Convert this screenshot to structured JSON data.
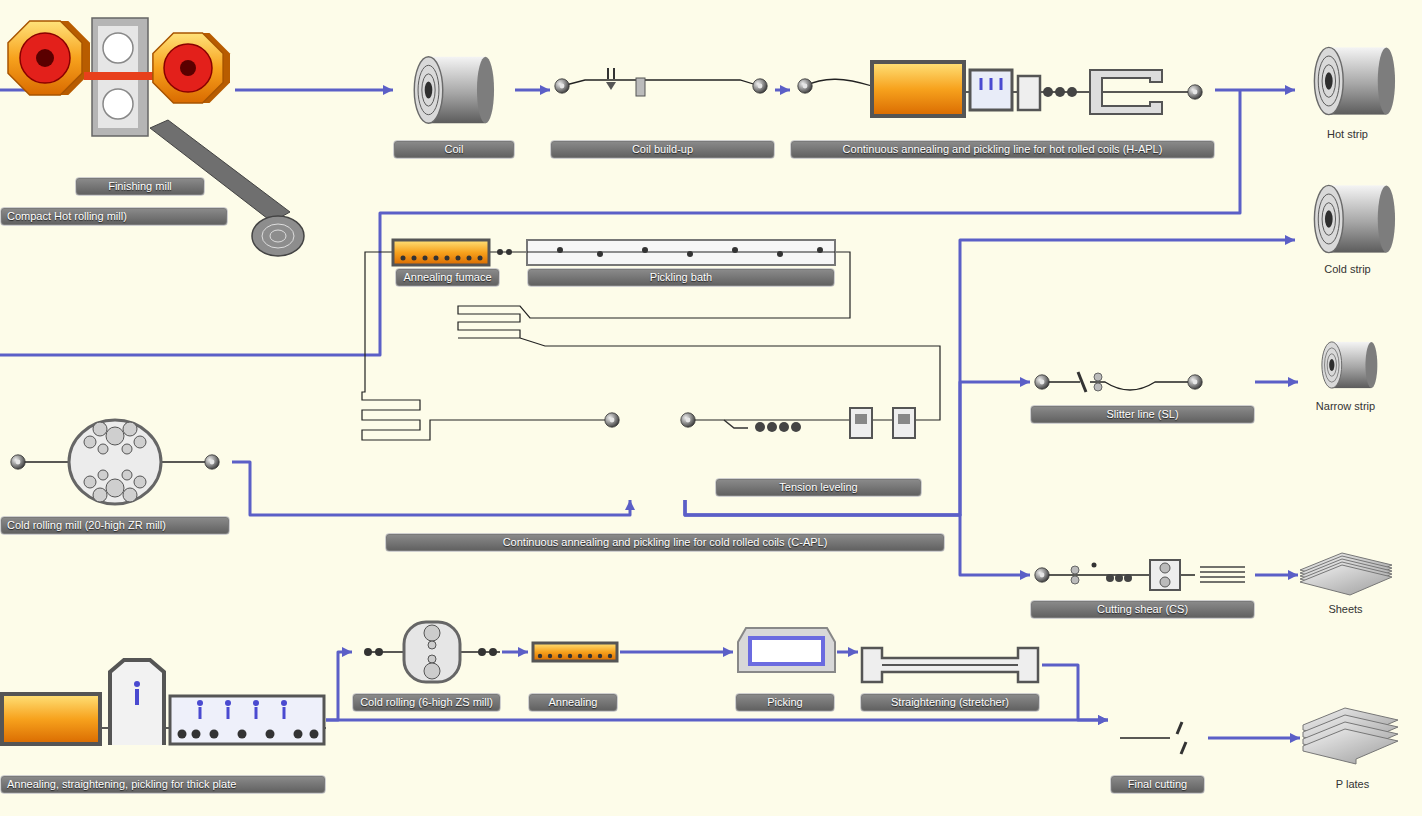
{
  "diagram": {
    "nodes": [
      {
        "text": [
          "Finishing mill"
        ]
      },
      {
        "text": [
          "Compact Hot rolling mill)"
        ]
      },
      {
        "text": [
          "Coil"
        ]
      },
      {
        "text": [
          "Coil build-up"
        ]
      },
      {
        "text": [
          "Continuous annealing and pickling line for hot rolled coils (H-APL)"
        ]
      },
      {
        "text": [
          "Hot strip"
        ]
      },
      {
        "text": [
          "Continuous annealing and pickling line for cold rolled coils (C-APL)"
        ]
      },
      {
        "text": [
          "Annealing fumace"
        ],
        "in": 6
      },
      {
        "text": [
          "Pickling bath"
        ],
        "in": 6
      },
      {
        "text": [
          "Cold strip"
        ]
      },
      {
        "text": [
          "Tension leveling"
        ],
        "in": 6
      },
      {
        "text": [
          "Slitter line (SL)"
        ]
      },
      {
        "text": [
          "Narrow strip"
        ]
      },
      {
        "text": [
          "Cold rolling mill (20-high ZR mill)"
        ]
      },
      {
        "text": [
          "Cutting shear (CS)"
        ]
      },
      {
        "text": [
          "Sheets"
        ]
      },
      {
        "text": [
          "Cold rolling (6-high ZS mill)"
        ]
      },
      {
        "text": [
          "Annealing"
        ]
      },
      {
        "text": [
          "Picking"
        ]
      },
      {
        "text": [
          "Straightening (stretcher)"
        ]
      },
      {
        "text": [
          "Annealing, straightening, pickling for thick plate"
        ]
      },
      {
        "text": [
          "Final cutting"
        ]
      },
      {
        "text": [
          "P lates"
        ]
      }
    ],
    "edges": [
      {
        "from": 0,
        "to": 2,
        "arrow": "to"
      },
      {
        "from": 2,
        "to": 3,
        "arrow": "to"
      },
      {
        "from": 3,
        "to": 4,
        "arrow": "to"
      },
      {
        "from": 4,
        "to": 5,
        "arrow": "to"
      },
      {
        "from": 13,
        "to": 6,
        "arrow": "to"
      },
      {
        "from": 6,
        "to": 9,
        "arrow": "to"
      },
      {
        "from": 6,
        "to": 11,
        "arrow": "to"
      },
      {
        "from": 6,
        "to": 14,
        "arrow": "to"
      },
      {
        "from": 11,
        "to": 12,
        "arrow": "to"
      },
      {
        "from": 14,
        "to": 15,
        "arrow": "to"
      },
      {
        "from": 20,
        "to": 16,
        "arrow": "to"
      },
      {
        "from": 16,
        "to": 17,
        "arrow": "to"
      },
      {
        "from": 17,
        "to": 18,
        "arrow": "to"
      },
      {
        "from": 18,
        "to": 19,
        "arrow": "to"
      },
      {
        "from": 19,
        "to": 21,
        "arrow": "to"
      },
      {
        "from": 20,
        "to": 21,
        "arrow": "to"
      },
      {
        "from": 21,
        "to": 22,
        "arrow": "to"
      }
    ]
  }
}
